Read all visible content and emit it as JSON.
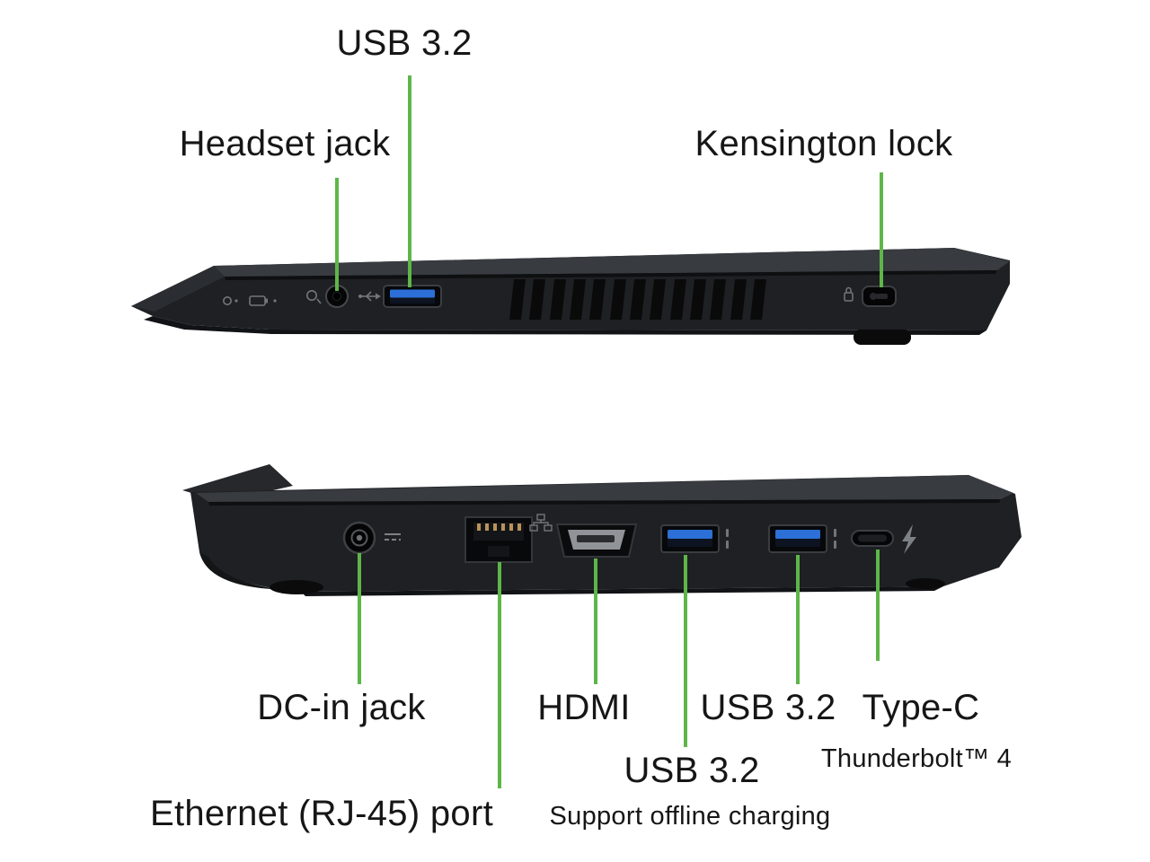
{
  "title": "Laptop side views port diagram",
  "colors": {
    "callout_green": "#5eb649",
    "usb_blue": "#2c6fd6",
    "body_dark": "#1e2023",
    "text": "#161616"
  },
  "top_view": {
    "usb_label": "USB 3.2",
    "headset_label": "Headset jack",
    "kensington_label": "Kensington lock"
  },
  "bottom_view": {
    "dc_in_label": "DC-in jack",
    "hdmi_label": "HDMI",
    "usb_right_label": "USB 3.2",
    "type_c_label": "Type-C",
    "thunderbolt_label": "Thunderbolt™ 4",
    "usb_left_label": "USB 3.2",
    "usb_left_sublabel": "Support offline charging",
    "ethernet_label": "Ethernet (RJ-45) port"
  }
}
